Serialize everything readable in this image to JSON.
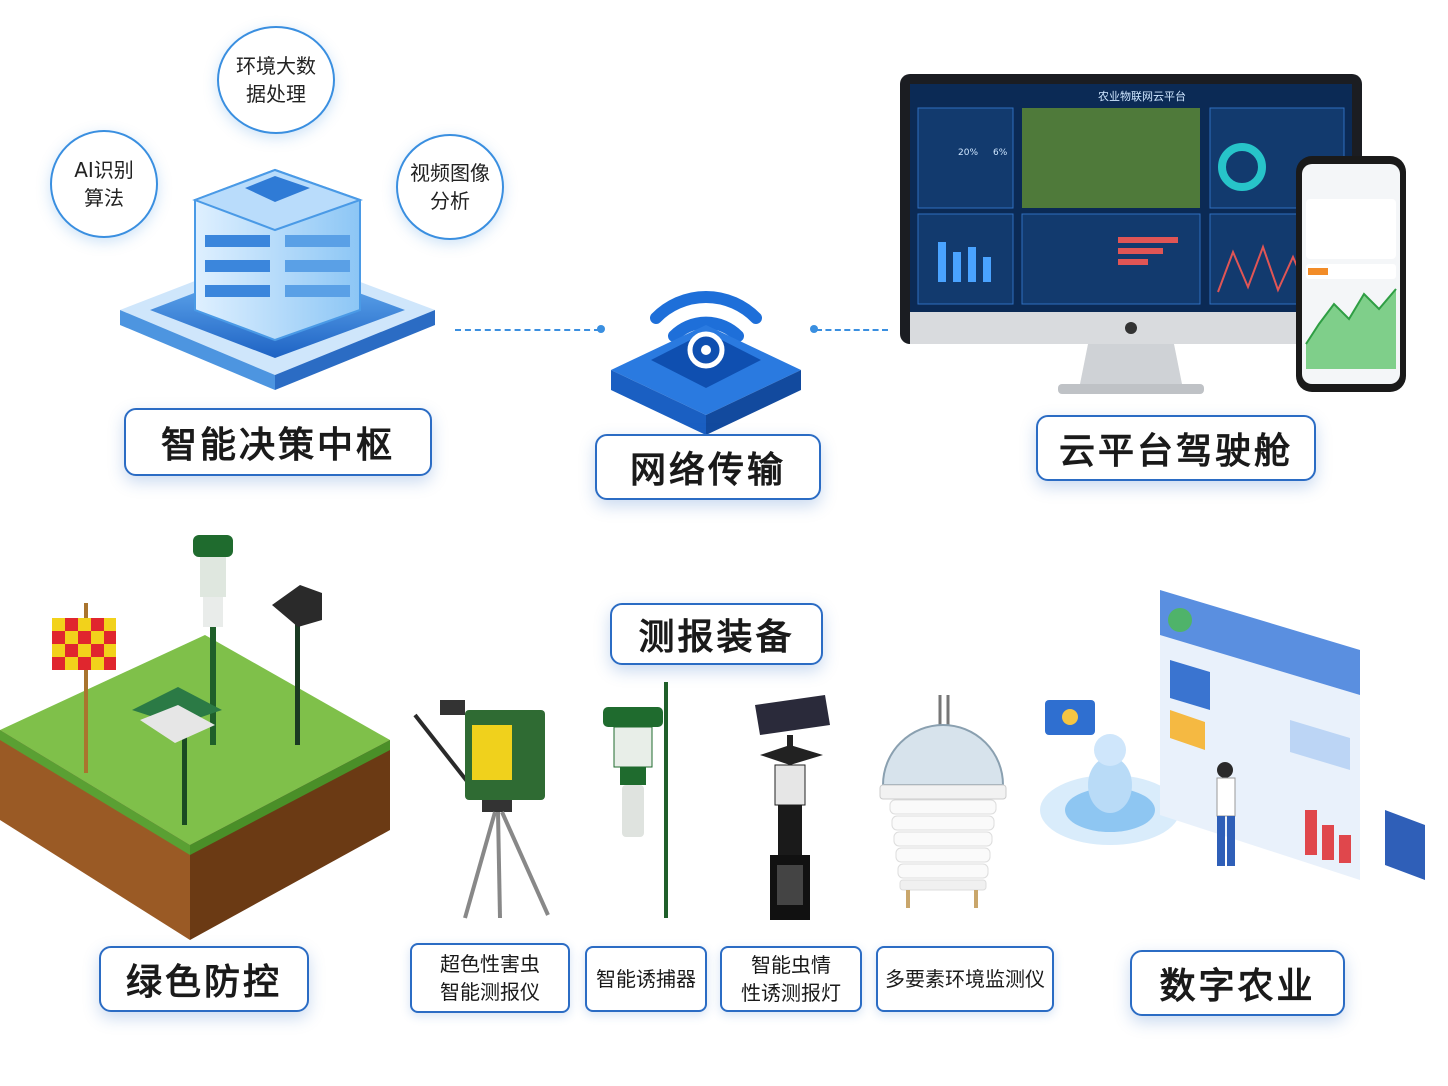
{
  "bubbles": {
    "big_data": "环境大数\n据处理",
    "ai": "AI识别\n算法",
    "video": "视频图像\n分析"
  },
  "labels": {
    "decision": "智能决策中枢",
    "network": "网络传输",
    "cloud": "云平台驾驶舱",
    "monitor": "测报装备",
    "green": "绿色防控",
    "digital": "数字农业"
  },
  "devices": {
    "pest_reporter": "超色性害虫\n智能测报仪",
    "trap": "智能诱捕器",
    "insect_lamp": "智能虫情\n性诱测报灯",
    "env_monitor": "多要素环境监测仪"
  },
  "dashboard": {
    "title": "农业物联网云平台",
    "stat1": "20%",
    "stat2": "6%"
  },
  "colors": {
    "accent": "#2b6cc4",
    "grass": "#6db33f",
    "soil": "#8a4b1f",
    "device_green": "#1f6b2e"
  }
}
